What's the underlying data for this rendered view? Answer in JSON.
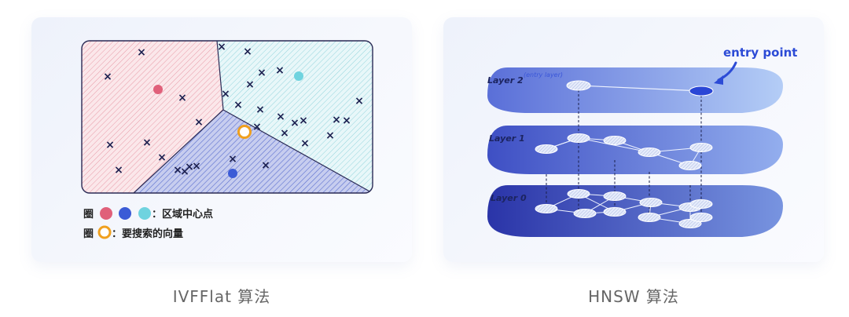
{
  "captions": {
    "left": "IVFFlat 算法",
    "right": "HNSW 算法"
  },
  "ivfflat": {
    "legend_row1_prefix": "圈",
    "legend_row1_text": "：区域中心点",
    "legend_row2_prefix": "圈",
    "legend_row2_text": "：要搜索的向量",
    "region_colors": {
      "pink": "#e88a9a",
      "cyan": "#7fd0da",
      "blue": "#3f57c8"
    },
    "centroid_colors": [
      "#e0607a",
      "#3b5bd6",
      "#6fd3df"
    ],
    "query_color": "#f0a01e",
    "cross_symbol": "×"
  },
  "hnsw": {
    "layers": [
      "Layer 2",
      "Layer 1",
      "Layer 0"
    ],
    "entry_layer_label": "(entry layer)",
    "entry_point_label": "entry point"
  }
}
